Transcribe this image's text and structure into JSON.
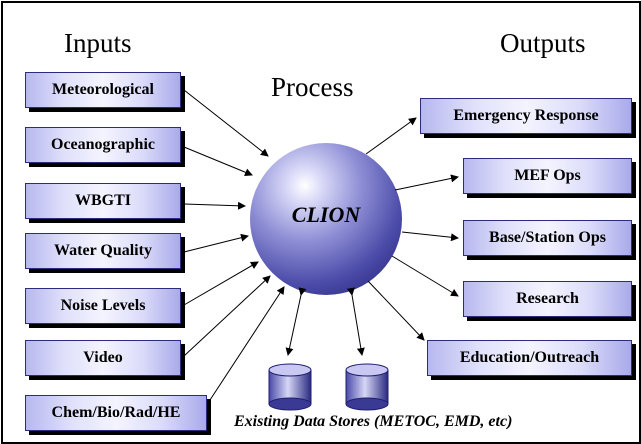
{
  "headings": {
    "inputs": "Inputs",
    "process": "Process",
    "outputs": "Outputs"
  },
  "center": "CLION",
  "inputs": [
    "Meteorological",
    "Oceanographic",
    "WBGTI",
    "Water Quality",
    "Noise Levels",
    "Video",
    "Chem/Bio/Rad/HE"
  ],
  "outputs": [
    "Emergency Response",
    "MEF Ops",
    "Base/Station Ops",
    "Research",
    "Education/Outreach"
  ],
  "data_stores_caption": "Existing Data Stores (METOC, EMD, etc)",
  "colors": {
    "box_edge": "#b7b8ef",
    "box_center": "#f4f4ff",
    "sphere_dark": "#1f1f70",
    "sphere_mid": "#8f8fd6"
  }
}
